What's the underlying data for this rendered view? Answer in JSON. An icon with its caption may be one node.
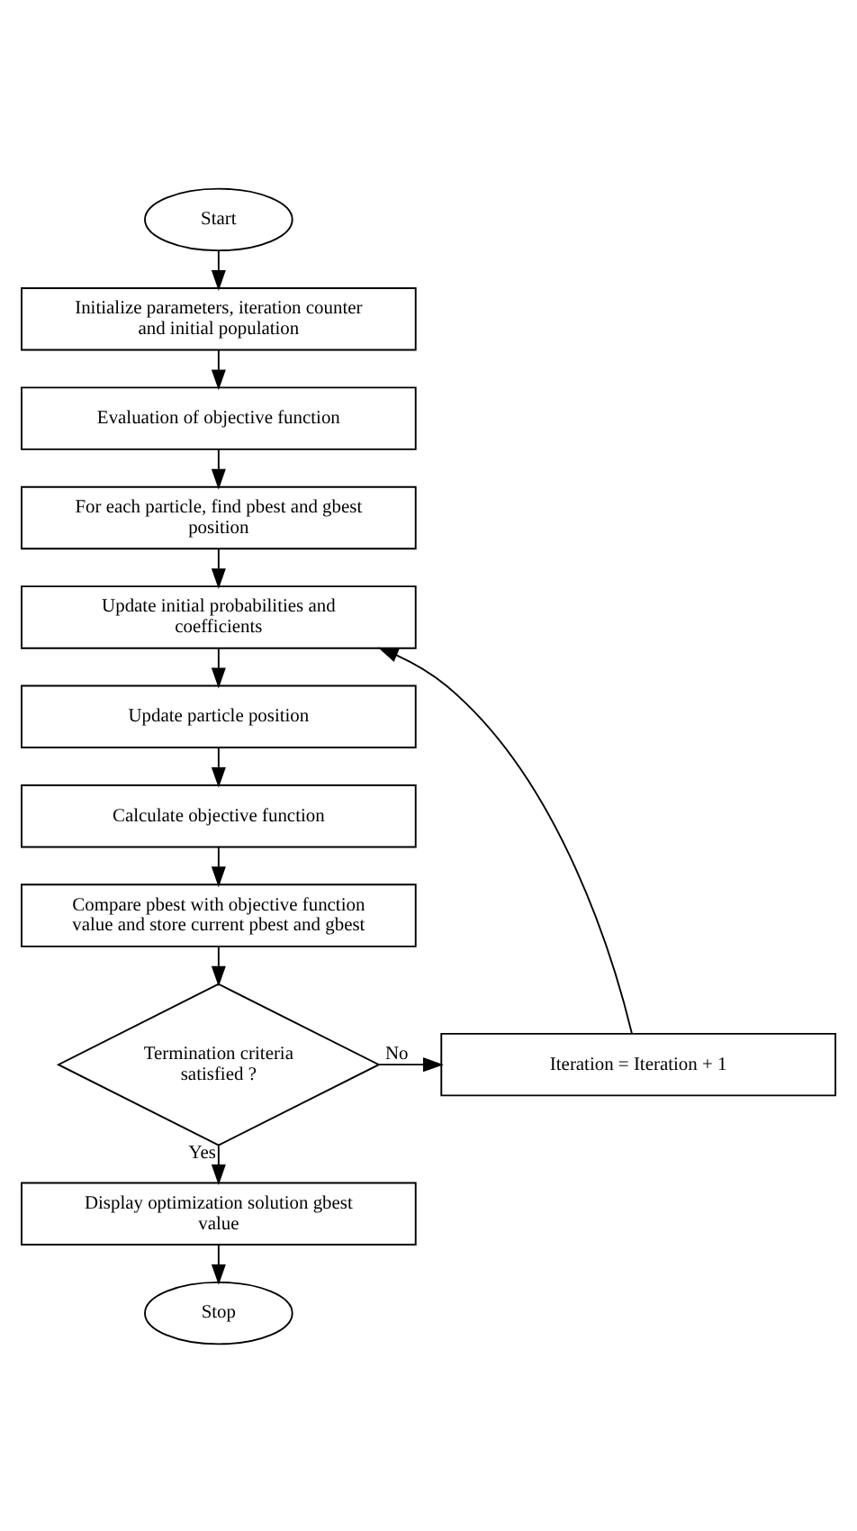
{
  "diagram": {
    "nodes": [
      {
        "text": [
          "Start"
        ]
      },
      {
        "text": [
          "Initialize parameters, iteration counter and initial population"
        ]
      },
      {
        "text": [
          "Evaluation of objective function"
        ]
      },
      {
        "text": [
          "For each particle, find pbest and gbest position"
        ]
      },
      {
        "text": [
          "Update initial probabilities and coefficients"
        ]
      },
      {
        "text": [
          "Update particle position"
        ]
      },
      {
        "text": [
          "Calculate objective function"
        ]
      },
      {
        "text": [
          "Compare pbest with objective function value and store current pbest and gbest"
        ]
      },
      {
        "text": [
          "Termination criteria satisfied ?"
        ]
      },
      {
        "text": [
          "Iteration = Iteration + 1"
        ]
      },
      {
        "text": [
          "Display optimization solution gbest value"
        ]
      },
      {
        "text": [
          "Stop"
        ]
      }
    ],
    "edges": [
      {
        "from": 0,
        "to": 1,
        "arrow": "to"
      },
      {
        "from": 1,
        "to": 2,
        "arrow": "to"
      },
      {
        "from": 2,
        "to": 3,
        "arrow": "to"
      },
      {
        "from": 3,
        "to": 4,
        "arrow": "to"
      },
      {
        "from": 4,
        "to": 5,
        "arrow": "to"
      },
      {
        "from": 5,
        "to": 6,
        "arrow": "to"
      },
      {
        "from": 6,
        "to": 7,
        "arrow": "to"
      },
      {
        "from": 7,
        "to": 8,
        "arrow": "to"
      },
      {
        "from": 8,
        "to": 9,
        "arrow": "to",
        "label": "No"
      },
      {
        "from": 9,
        "to": 4,
        "arrow": "to"
      },
      {
        "from": 8,
        "to": 10,
        "arrow": "to",
        "label": "Yes"
      },
      {
        "from": 10,
        "to": 11,
        "arrow": "to"
      }
    ]
  }
}
